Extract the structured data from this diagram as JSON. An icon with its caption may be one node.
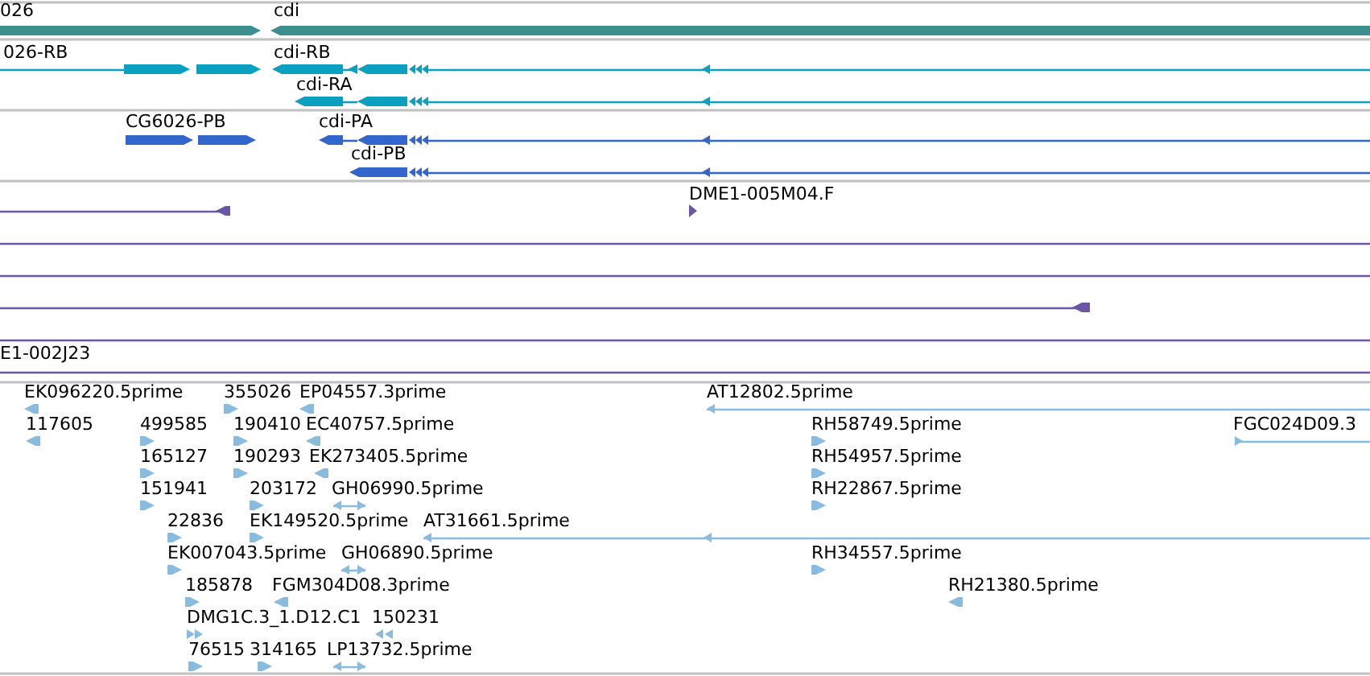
{
  "diagram": {
    "labels": [
      "026",
      "cdi",
      "026-RB",
      "cdi-RB",
      "cdi-RA",
      "CG6026-PB",
      "cdi-PA",
      "cdi-PB",
      "DME1-005M04.F",
      "E1-002J23",
      "EK096220.5prime",
      "355026",
      "EP04557.3prime",
      "AT12802.5prime",
      "117605",
      "499585",
      "190410",
      "EC40757.5prime",
      "RH58749.5prime",
      "FGC024D09.3",
      "165127",
      "190293",
      "EK273405.5prime",
      "RH54957.5prime",
      "151941",
      "203172",
      "GH06990.5prime",
      "RH22867.5prime",
      "22836",
      "EK149520.5prime",
      "AT31661.5prime",
      "EK007043.5prime",
      "GH06890.5prime",
      "RH34557.5prime",
      "185878",
      "FGM304D08.3prime",
      "RH21380.5prime",
      "DMG1C.3_1.D12.C1",
      "150231",
      "76515",
      "314165",
      "LP13732.5prime"
    ]
  }
}
